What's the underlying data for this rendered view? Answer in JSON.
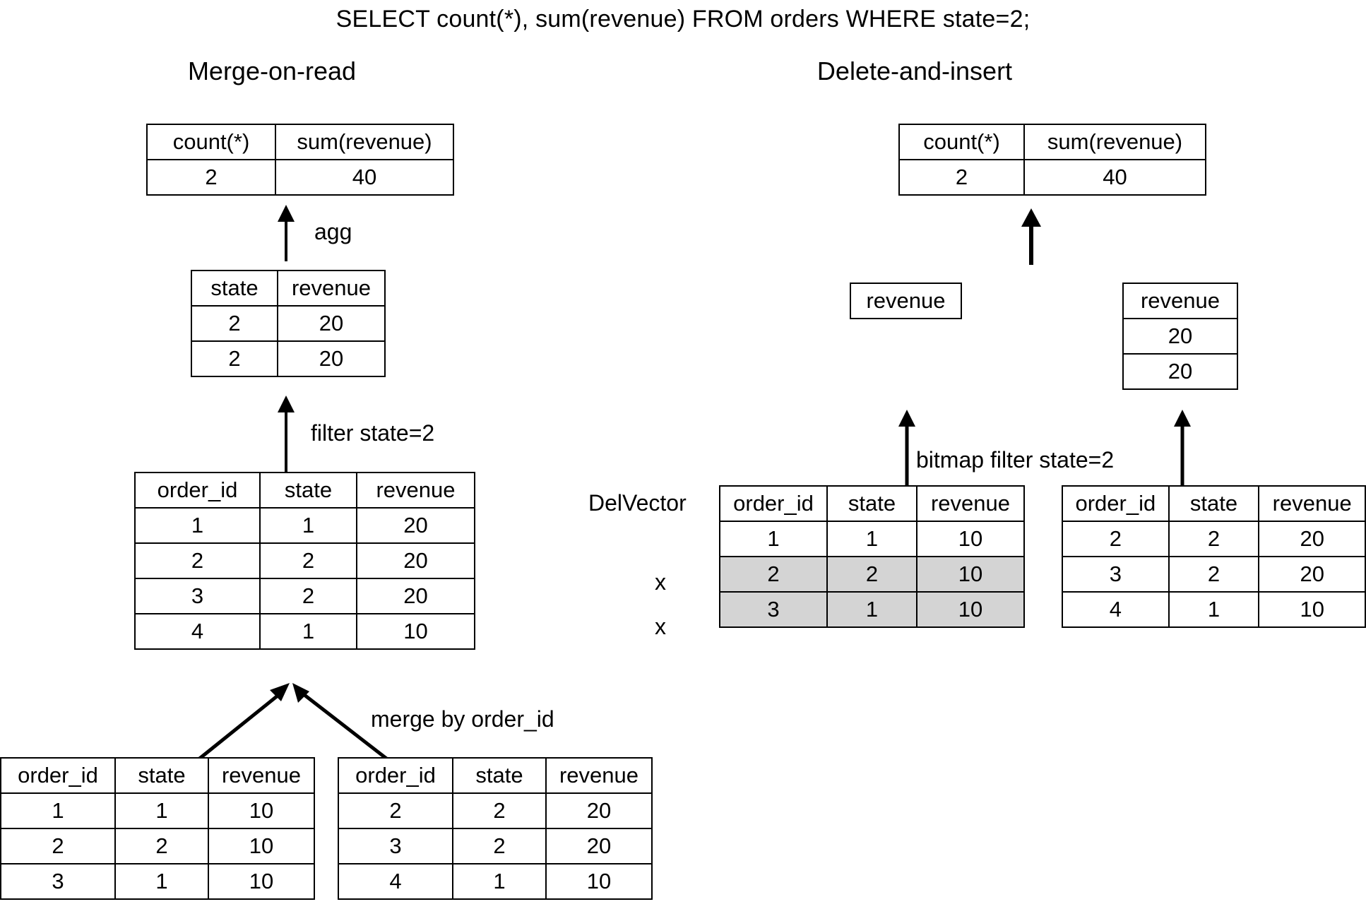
{
  "query": "SELECT count(*), sum(revenue) FROM orders WHERE state=2;",
  "left": {
    "title": "Merge-on-read",
    "result_table": {
      "headers": [
        "count(*)",
        "sum(revenue)"
      ],
      "rows": [
        [
          "2",
          "40"
        ]
      ]
    },
    "agg_label": "agg",
    "filtered_table": {
      "headers": [
        "state",
        "revenue"
      ],
      "rows": [
        [
          "2",
          "20"
        ],
        [
          "2",
          "20"
        ]
      ]
    },
    "filter_label": "filter state=2",
    "merged_table": {
      "headers": [
        "order_id",
        "state",
        "revenue"
      ],
      "rows": [
        [
          "1",
          "1",
          "20"
        ],
        [
          "2",
          "2",
          "20"
        ],
        [
          "3",
          "2",
          "20"
        ],
        [
          "4",
          "1",
          "10"
        ]
      ]
    },
    "merge_label": "merge by order_id",
    "base_table": {
      "headers": [
        "order_id",
        "state",
        "revenue"
      ],
      "rows": [
        [
          "1",
          "1",
          "10"
        ],
        [
          "2",
          "2",
          "10"
        ],
        [
          "3",
          "1",
          "10"
        ]
      ]
    },
    "delta_table": {
      "headers": [
        "order_id",
        "state",
        "revenue"
      ],
      "rows": [
        [
          "2",
          "2",
          "20"
        ],
        [
          "3",
          "2",
          "20"
        ],
        [
          "4",
          "1",
          "10"
        ]
      ]
    }
  },
  "right": {
    "title": "Delete-and-insert",
    "result_table": {
      "headers": [
        "count(*)",
        "sum(revenue)"
      ],
      "rows": [
        [
          "2",
          "40"
        ]
      ]
    },
    "revenue_empty_table": {
      "headers": [
        "revenue"
      ],
      "rows": []
    },
    "revenue_values_table": {
      "headers": [
        "revenue"
      ],
      "rows": [
        [
          "20"
        ],
        [
          "20"
        ]
      ]
    },
    "bitmap_filter_label": "bitmap filter state=2",
    "delvector_label": "DelVector",
    "delvector_marks": [
      "",
      "x",
      "x"
    ],
    "base_table": {
      "headers": [
        "order_id",
        "state",
        "revenue"
      ],
      "rows": [
        [
          "1",
          "1",
          "10"
        ],
        [
          "2",
          "2",
          "10"
        ],
        [
          "3",
          "1",
          "10"
        ]
      ],
      "shaded_rows": [
        1,
        2
      ]
    },
    "insert_table": {
      "headers": [
        "order_id",
        "state",
        "revenue"
      ],
      "rows": [
        [
          "2",
          "2",
          "20"
        ],
        [
          "3",
          "2",
          "20"
        ],
        [
          "4",
          "1",
          "10"
        ]
      ],
      "shaded_rows": []
    }
  },
  "colors": {
    "line": "#000000",
    "shade": "#d4d4d4",
    "background": "#ffffff"
  }
}
